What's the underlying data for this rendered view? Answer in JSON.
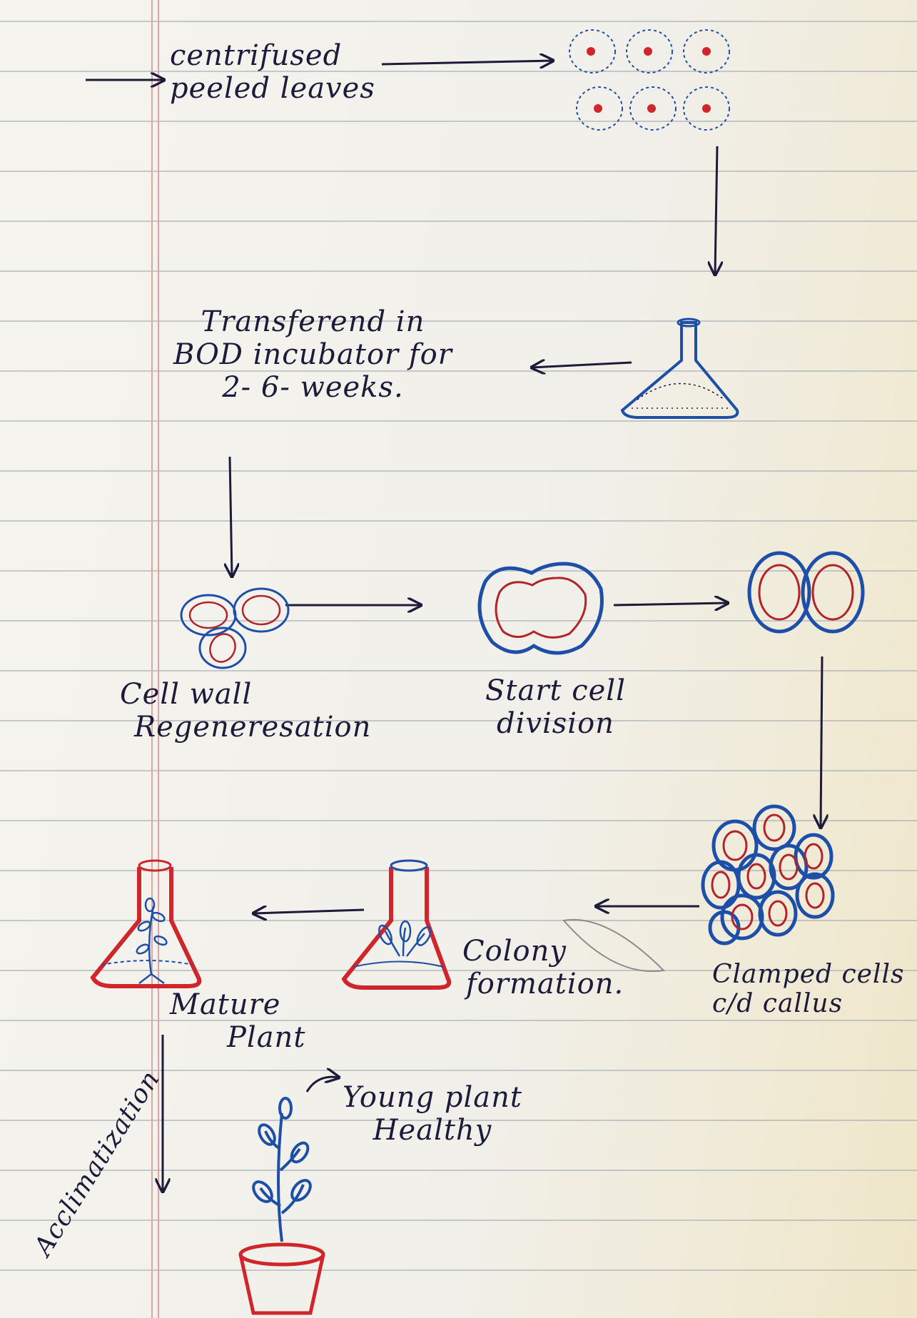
{
  "diagram": {
    "steps": {
      "centrifuged": {
        "line1": "centrifused",
        "line2": "peeled leaves"
      },
      "incubator": {
        "line1": "Transferend in",
        "line2": "BOD incubator for",
        "line3": "2- 6- weeks."
      },
      "cell_wall": {
        "line1": "Cell wall",
        "line2": "Regeneresation"
      },
      "cell_division": {
        "line1": "Start cell",
        "line2": "division"
      },
      "callus": {
        "line1": "Clamped cells",
        "line2": "c/d callus"
      },
      "colony": {
        "line1": "Colony",
        "line2": "formation."
      },
      "mature_plant": {
        "line1": "Mature",
        "line2": "Plant"
      },
      "acclimatization": "Acclimatization",
      "young_plant": {
        "line1": "Young plant",
        "line2": "Healthy"
      }
    },
    "colors": {
      "ink": "#1c1c3a",
      "cell_wall_blue": "#1e4fa8",
      "cell_inner_red": "#b3232a",
      "flask_red": "#d0262b",
      "paper": "#f4f1ea",
      "rule_line": "#9aa3ad",
      "margin_line": "#e0a3a3"
    }
  }
}
